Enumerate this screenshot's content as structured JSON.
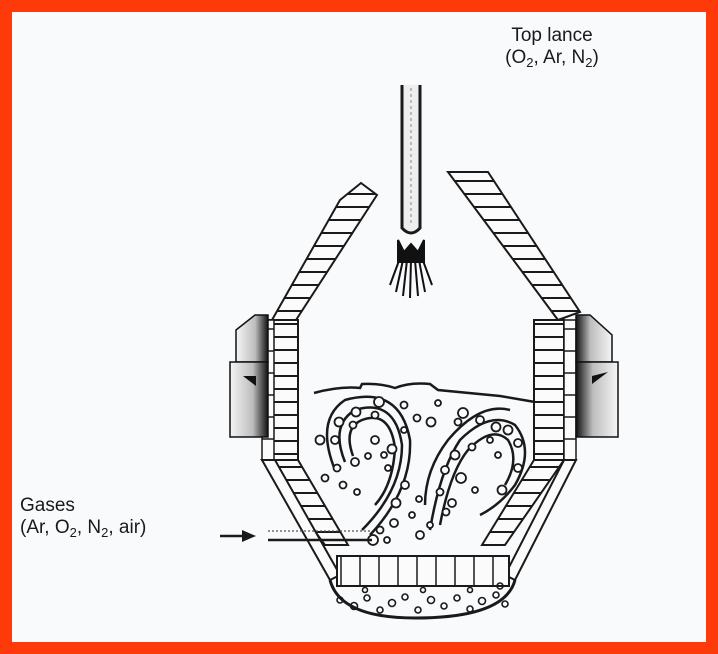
{
  "diagram": {
    "title": "Top and bottom blown steelmaking converter",
    "border_color": "#ff3a0a",
    "background_color": "#f9fafc",
    "line_color": "#1a1a1a",
    "labels": {
      "top_lance": {
        "line1": "Top lance",
        "line2_parts": [
          "(O",
          "2",
          ", Ar, N",
          "2",
          ")"
        ]
      },
      "gases": {
        "line1": "Gases",
        "line2_parts": [
          "(Ar, O",
          "2",
          ", N",
          "2",
          ", air)"
        ]
      }
    },
    "components": [
      {
        "id": "top-lance",
        "name": "Top lance",
        "icon": "lance-pipe"
      },
      {
        "id": "oxygen-jet",
        "name": "Gas jet from lance",
        "icon": "jet-spray"
      },
      {
        "id": "refractory-lining-left",
        "name": "Refractory brick lining (left)",
        "icon": "brick-wall"
      },
      {
        "id": "refractory-lining-right",
        "name": "Refractory brick lining (right)",
        "icon": "brick-wall"
      },
      {
        "id": "trunnion-left",
        "name": "Trunnion ring (left)",
        "icon": "trunnion"
      },
      {
        "id": "trunnion-right",
        "name": "Trunnion ring (right)",
        "icon": "trunnion"
      },
      {
        "id": "melt-bath",
        "name": "Molten bath with circulating bubbles",
        "icon": "bubbles"
      },
      {
        "id": "bottom-tuyere",
        "name": "Bottom/side tuyere gas inlet",
        "icon": "tuyere-pipe"
      },
      {
        "id": "bottom-bricks",
        "name": "Bottom refractory bricks",
        "icon": "brick-wall"
      },
      {
        "id": "bottom-fill",
        "name": "Bottom fill",
        "icon": "bubbles"
      }
    ]
  }
}
